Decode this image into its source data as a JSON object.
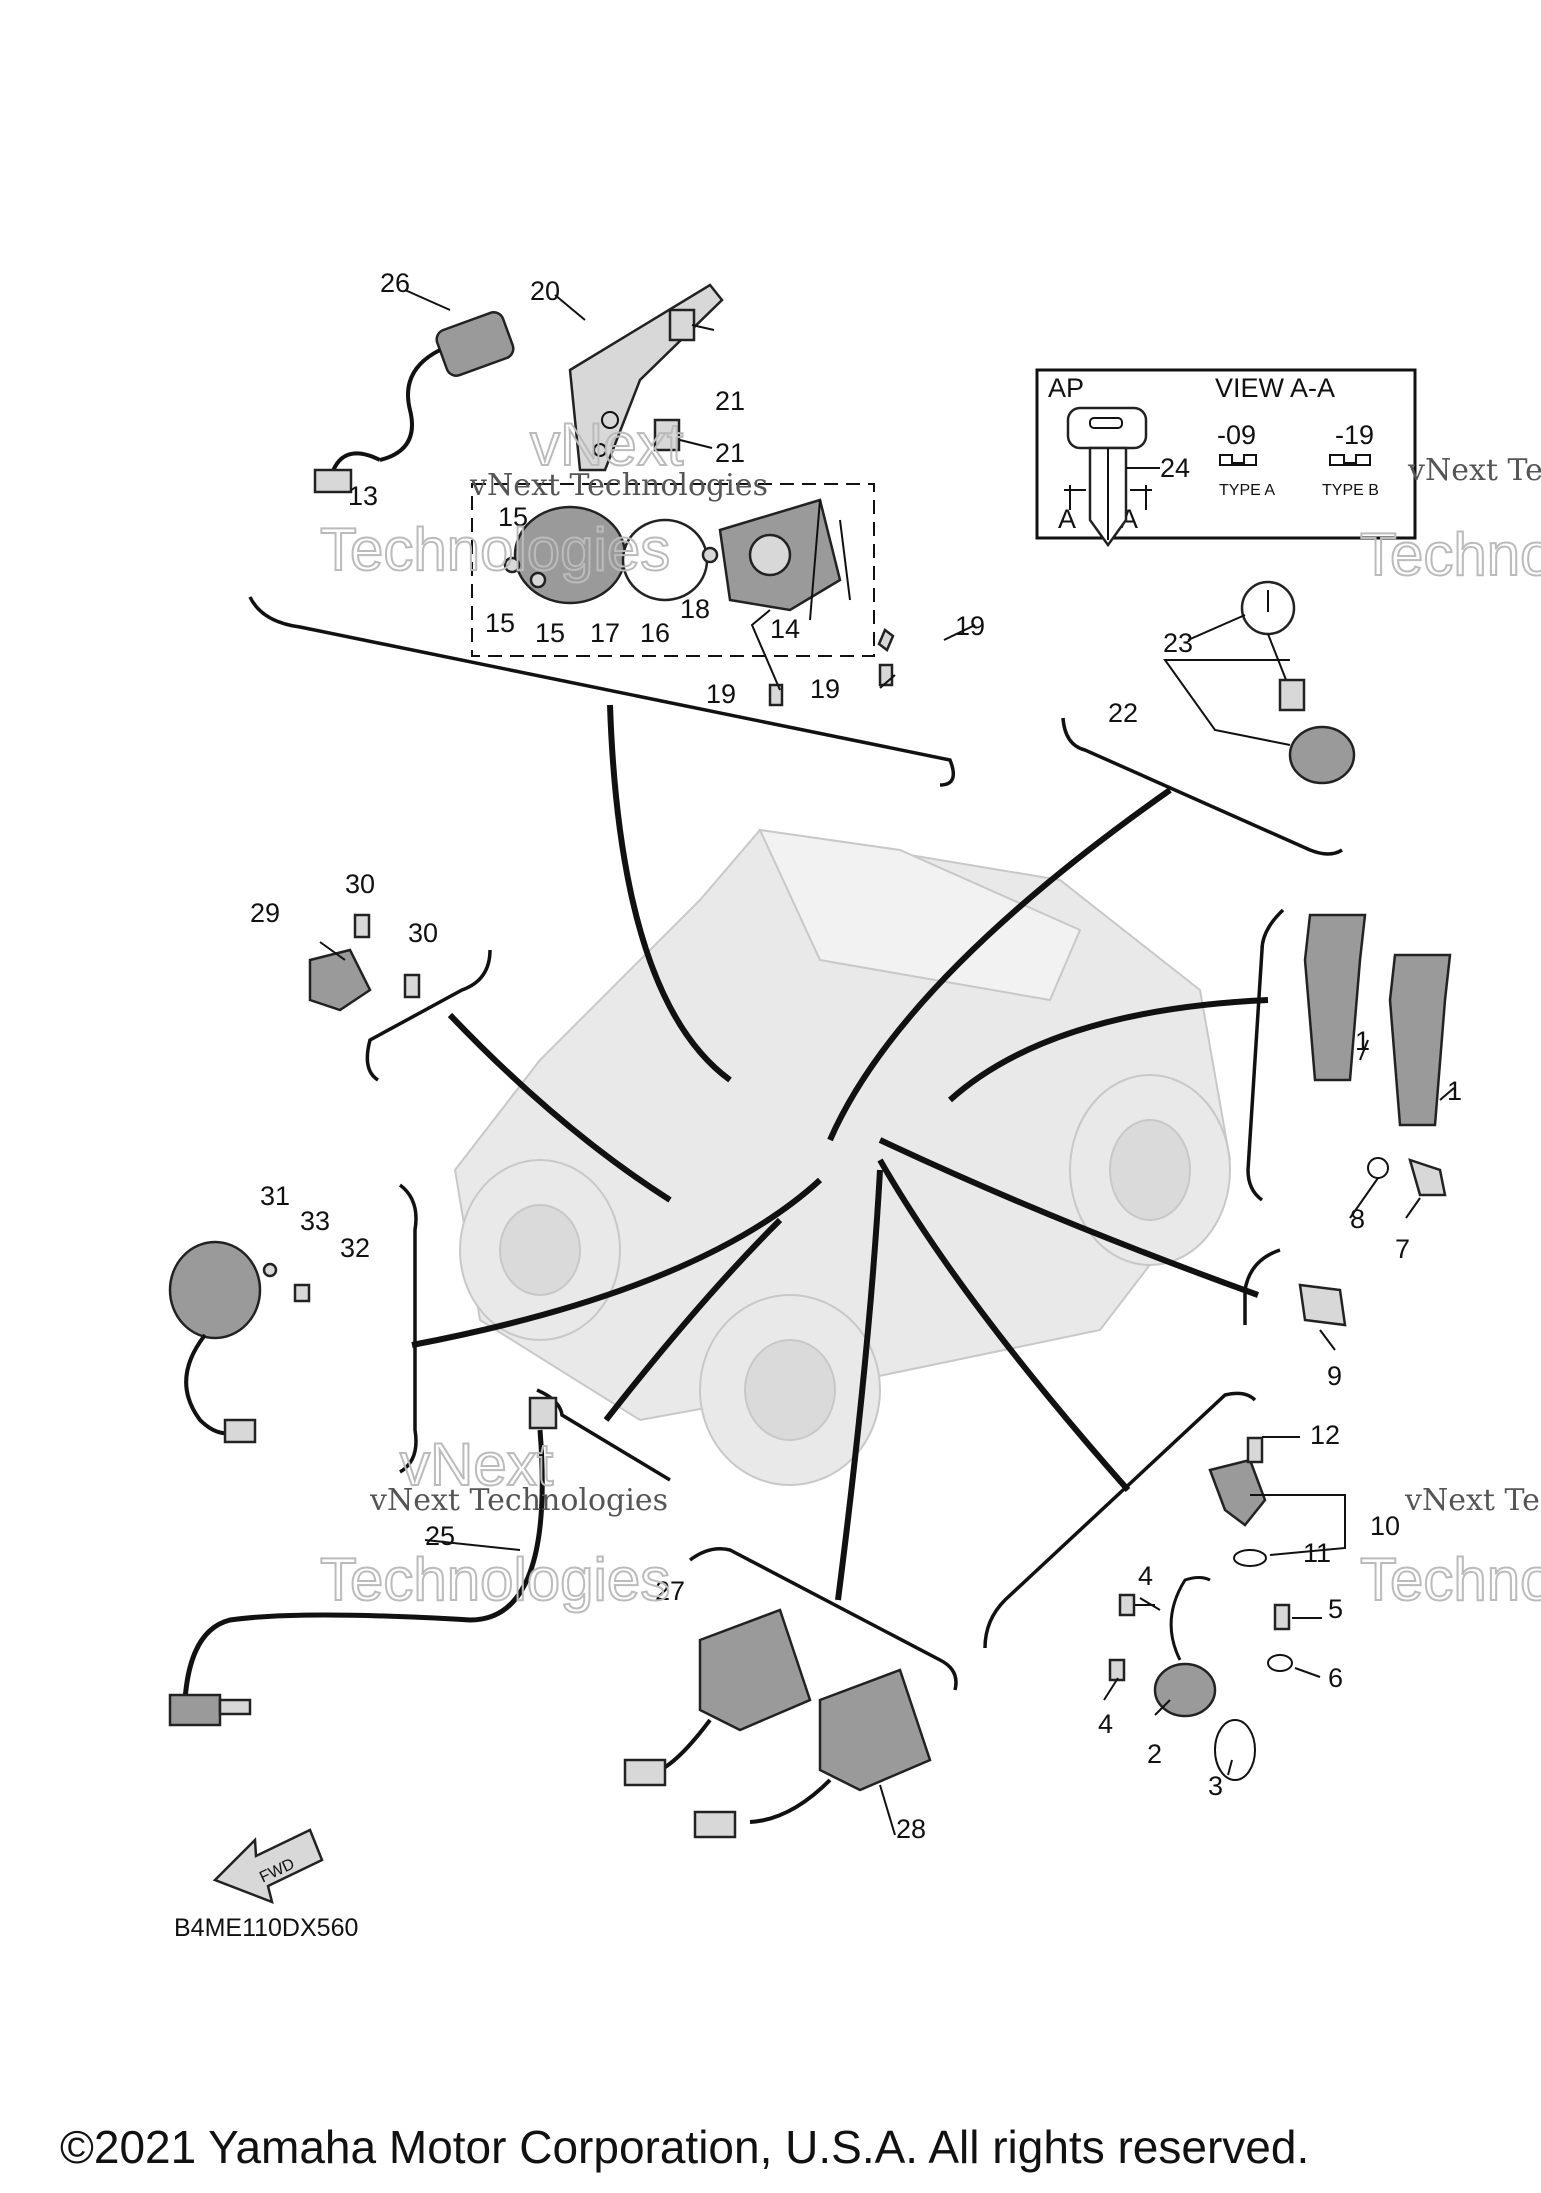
{
  "copyright": "©2021 Yamaha Motor Corporation, U.S.A. All rights reserved.",
  "drawing_code": "B4ME110DX560",
  "fwd_label": "FWD",
  "watermark": {
    "line1": "vNext Technologies",
    "line2": "vNext",
    "line3": "Technologies"
  },
  "key_box": {
    "left_title": "AP",
    "right_title": "VIEW A-A",
    "variant_a": "-09",
    "variant_b": "-19",
    "type_a": "TYPE A",
    "type_b": "TYPE B",
    "section_mark": "A"
  },
  "callouts": {
    "p1a": "1",
    "p1b": "1",
    "p2": "2",
    "p3": "3",
    "p4a": "4",
    "p4b": "4",
    "p5": "5",
    "p6": "6",
    "p7": "7",
    "p8": "8",
    "p9": "9",
    "p10": "10",
    "p11": "11",
    "p12": "12",
    "p13": "13",
    "p14": "14",
    "p15a": "15",
    "p15b": "15",
    "p15c": "15",
    "p16": "16",
    "p17": "17",
    "p18": "18",
    "p19a": "19",
    "p19b": "19",
    "p19c": "19",
    "p20": "20",
    "p21a": "21",
    "p21b": "21",
    "p22": "22",
    "p23": "23",
    "p24": "24",
    "p25": "25",
    "p26": "26",
    "p27": "27",
    "p28": "28",
    "p29": "29",
    "p30a": "30",
    "p30b": "30",
    "p31": "31",
    "p32": "32",
    "p33": "33"
  }
}
